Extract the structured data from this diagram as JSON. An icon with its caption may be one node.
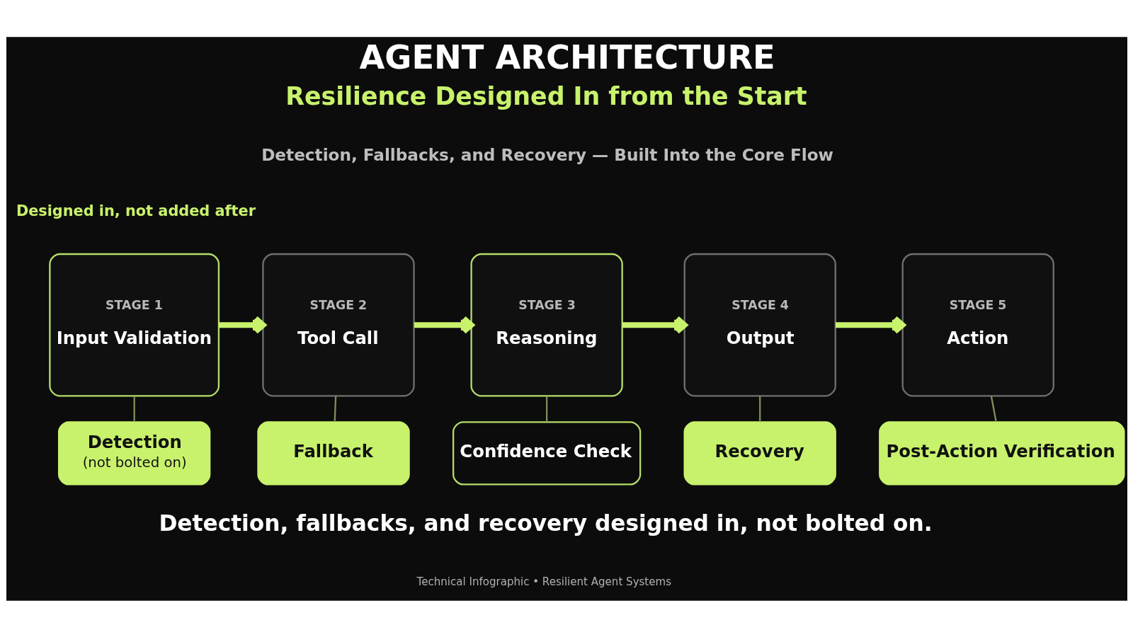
{
  "diagram": {
    "title": "AGENT ARCHITECTURE",
    "caption": "Detection, fallbacks, and recovery designed in, not bolted on.",
    "nodes": [
      {
        "text": [
          "STAGE 1",
          "Input Validation"
        ]
      },
      {
        "text": [
          "STAGE 2",
          "Tool Call"
        ]
      },
      {
        "text": [
          "STAGE 3",
          "Reasoning"
        ]
      },
      {
        "text": [
          "STAGE 4",
          "Output"
        ]
      },
      {
        "text": [
          "STAGE 5",
          "Action"
        ]
      },
      {
        "text": [
          "Detection",
          "(not bolted on)"
        ]
      },
      {
        "text": [
          "Fallback"
        ]
      },
      {
        "text": [
          "Confidence Check"
        ]
      },
      {
        "text": [
          "Recovery"
        ]
      },
      {
        "text": [
          "Post-Action Verification"
        ]
      }
    ],
    "edges": [
      {
        "from": 0,
        "to": 1,
        "arrow": "to",
        "style": "thick",
        "color": "#c8f26c"
      },
      {
        "from": 1,
        "to": 2,
        "arrow": "to",
        "style": "thick",
        "color": "#c8f26c"
      },
      {
        "from": 2,
        "to": 3,
        "arrow": "to",
        "style": "thick",
        "color": "#c8f26c"
      },
      {
        "from": 3,
        "to": 4,
        "arrow": "to",
        "style": "thick",
        "color": "#c8f26c"
      },
      {
        "from": 0,
        "to": 5,
        "arrow": "none"
      },
      {
        "from": 1,
        "to": 6,
        "arrow": "none"
      },
      {
        "from": 2,
        "to": 7,
        "arrow": "none"
      },
      {
        "from": 3,
        "to": 8,
        "arrow": "none"
      },
      {
        "from": 4,
        "to": 9,
        "arrow": "none"
      }
    ],
    "labels": [
      "Resilience Designed In from the Start",
      "Detection, Fallbacks, and Recovery — Built Into the Core Flow",
      "Designed in, not added after",
      "Technical Infographic • Resilient Agent Systems"
    ]
  }
}
